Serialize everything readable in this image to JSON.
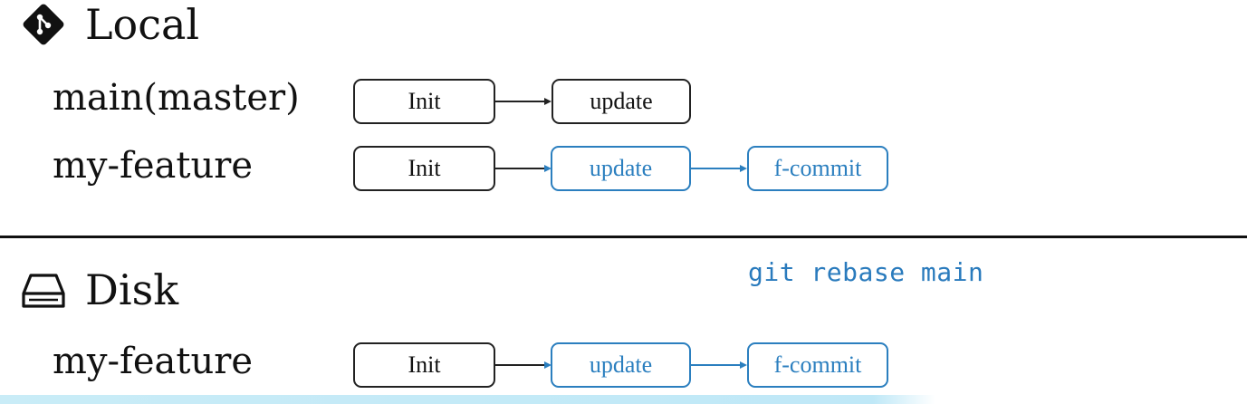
{
  "local": {
    "title": "Local",
    "icon": "git-diamond-icon",
    "rows": [
      {
        "label": "main(master)",
        "commits": [
          "Init",
          "update"
        ]
      },
      {
        "label": "my-feature",
        "commits": [
          "Init",
          "update",
          "f-commit"
        ]
      }
    ]
  },
  "disk": {
    "title": "Disk",
    "icon": "hard-drive-icon",
    "command": "git rebase main",
    "rows": [
      {
        "label": "my-feature",
        "commits": [
          "Init",
          "update",
          "f-commit"
        ]
      }
    ]
  },
  "colors": {
    "highlight": "#2b7fbf",
    "default": "#222222"
  }
}
